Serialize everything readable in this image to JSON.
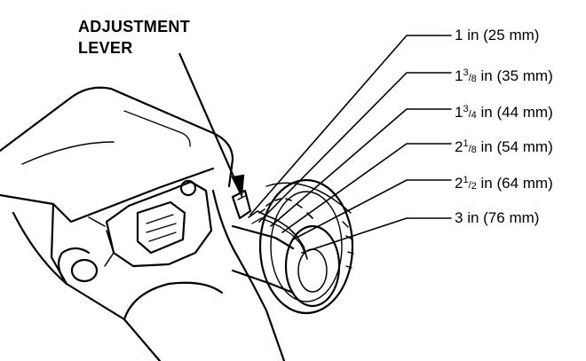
{
  "adjustment_lever": {
    "line1": "ADJUSTMENT",
    "line2": "LEVER"
  },
  "heights": [
    {
      "whole": "1",
      "num": "",
      "den": "",
      "rest": " in (25 mm)"
    },
    {
      "whole": "1",
      "num": "3",
      "den": "8",
      "rest": " in (35 mm)"
    },
    {
      "whole": "1",
      "num": "3",
      "den": "4",
      "rest": " in (44 mm)"
    },
    {
      "whole": "2",
      "num": "1",
      "den": "8",
      "rest": " in (54 mm)"
    },
    {
      "whole": "2",
      "num": "1",
      "den": "2",
      "rest": " in (64 mm)"
    },
    {
      "whole": "3",
      "num": "",
      "den": "",
      "rest": " in (76 mm)"
    }
  ],
  "colors": {
    "ink": "#000000",
    "paper": "#ffffff"
  }
}
